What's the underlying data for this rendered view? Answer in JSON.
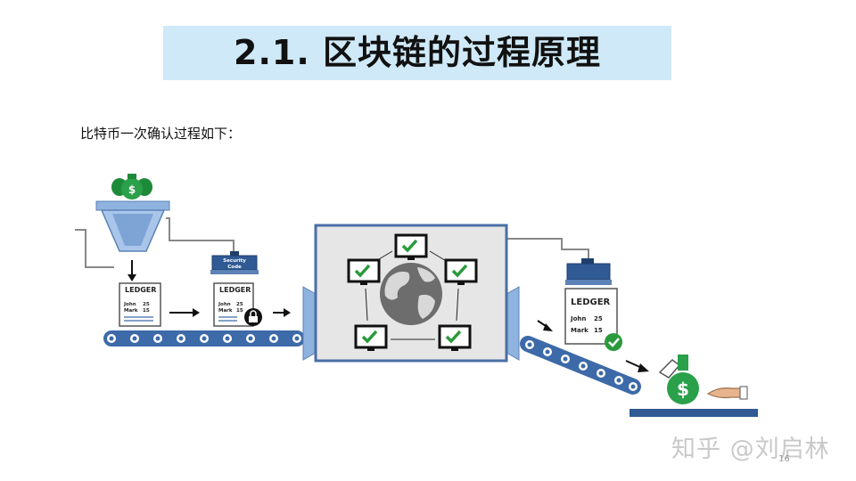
{
  "slide": {
    "title": "2.1. 区块链的过程原理",
    "subtitle": "比特币一次确认过程如下：",
    "page_number": "16"
  },
  "watermark": "知乎 @刘启林",
  "illustration": {
    "ledger_title": "LEDGER",
    "entries": [
      {
        "name": "John",
        "amount": "25"
      },
      {
        "name": "Mark",
        "amount": "15"
      }
    ],
    "security_label_line1": "Security",
    "security_label_line2": "Code",
    "currency_symbol": "$"
  },
  "colors": {
    "title_band": "#cfe9f8",
    "belt": "#3d6aa8",
    "accent_green": "#2a9a3c",
    "machine_frame": "#4a6fa5"
  }
}
